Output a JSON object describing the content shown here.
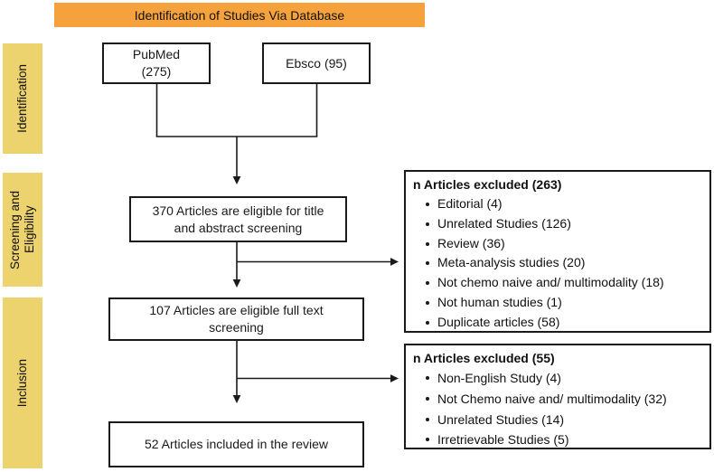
{
  "banner": {
    "label": "Identification of Studies Via Database",
    "bg_color": "#F5A13C"
  },
  "sidebar": {
    "bg_color": "#ECD36D",
    "stages": [
      {
        "label": "Identification"
      },
      {
        "label": "Screening and Eligibility"
      },
      {
        "label": "Inclusion"
      }
    ]
  },
  "sources": [
    {
      "label": "PubMed (275)"
    },
    {
      "label": "Ebsco (95)"
    }
  ],
  "flow_boxes": [
    {
      "text": "370 Articles are eligible for title and abstract screening"
    },
    {
      "text": "107 Articles are eligible full text screening"
    },
    {
      "text": "52 Articles included in the review"
    }
  ],
  "exclusions": [
    {
      "title": "n Articles excluded (263)",
      "items": [
        "Editorial (4)",
        "Unrelated Studies (126)",
        "Review (36)",
        "Meta-analysis studies (20)",
        "Not chemo naive and/ multimodality (18)",
        "Not human studies (1)",
        "Duplicate articles (58)"
      ]
    },
    {
      "title": "n Articles excluded (55)",
      "items": [
        "Non-English Study (4)",
        "Not Chemo naive and/ multimodality (32)",
        "Unrelated Studies (14)",
        "Irretrievable Studies (5)"
      ]
    }
  ]
}
